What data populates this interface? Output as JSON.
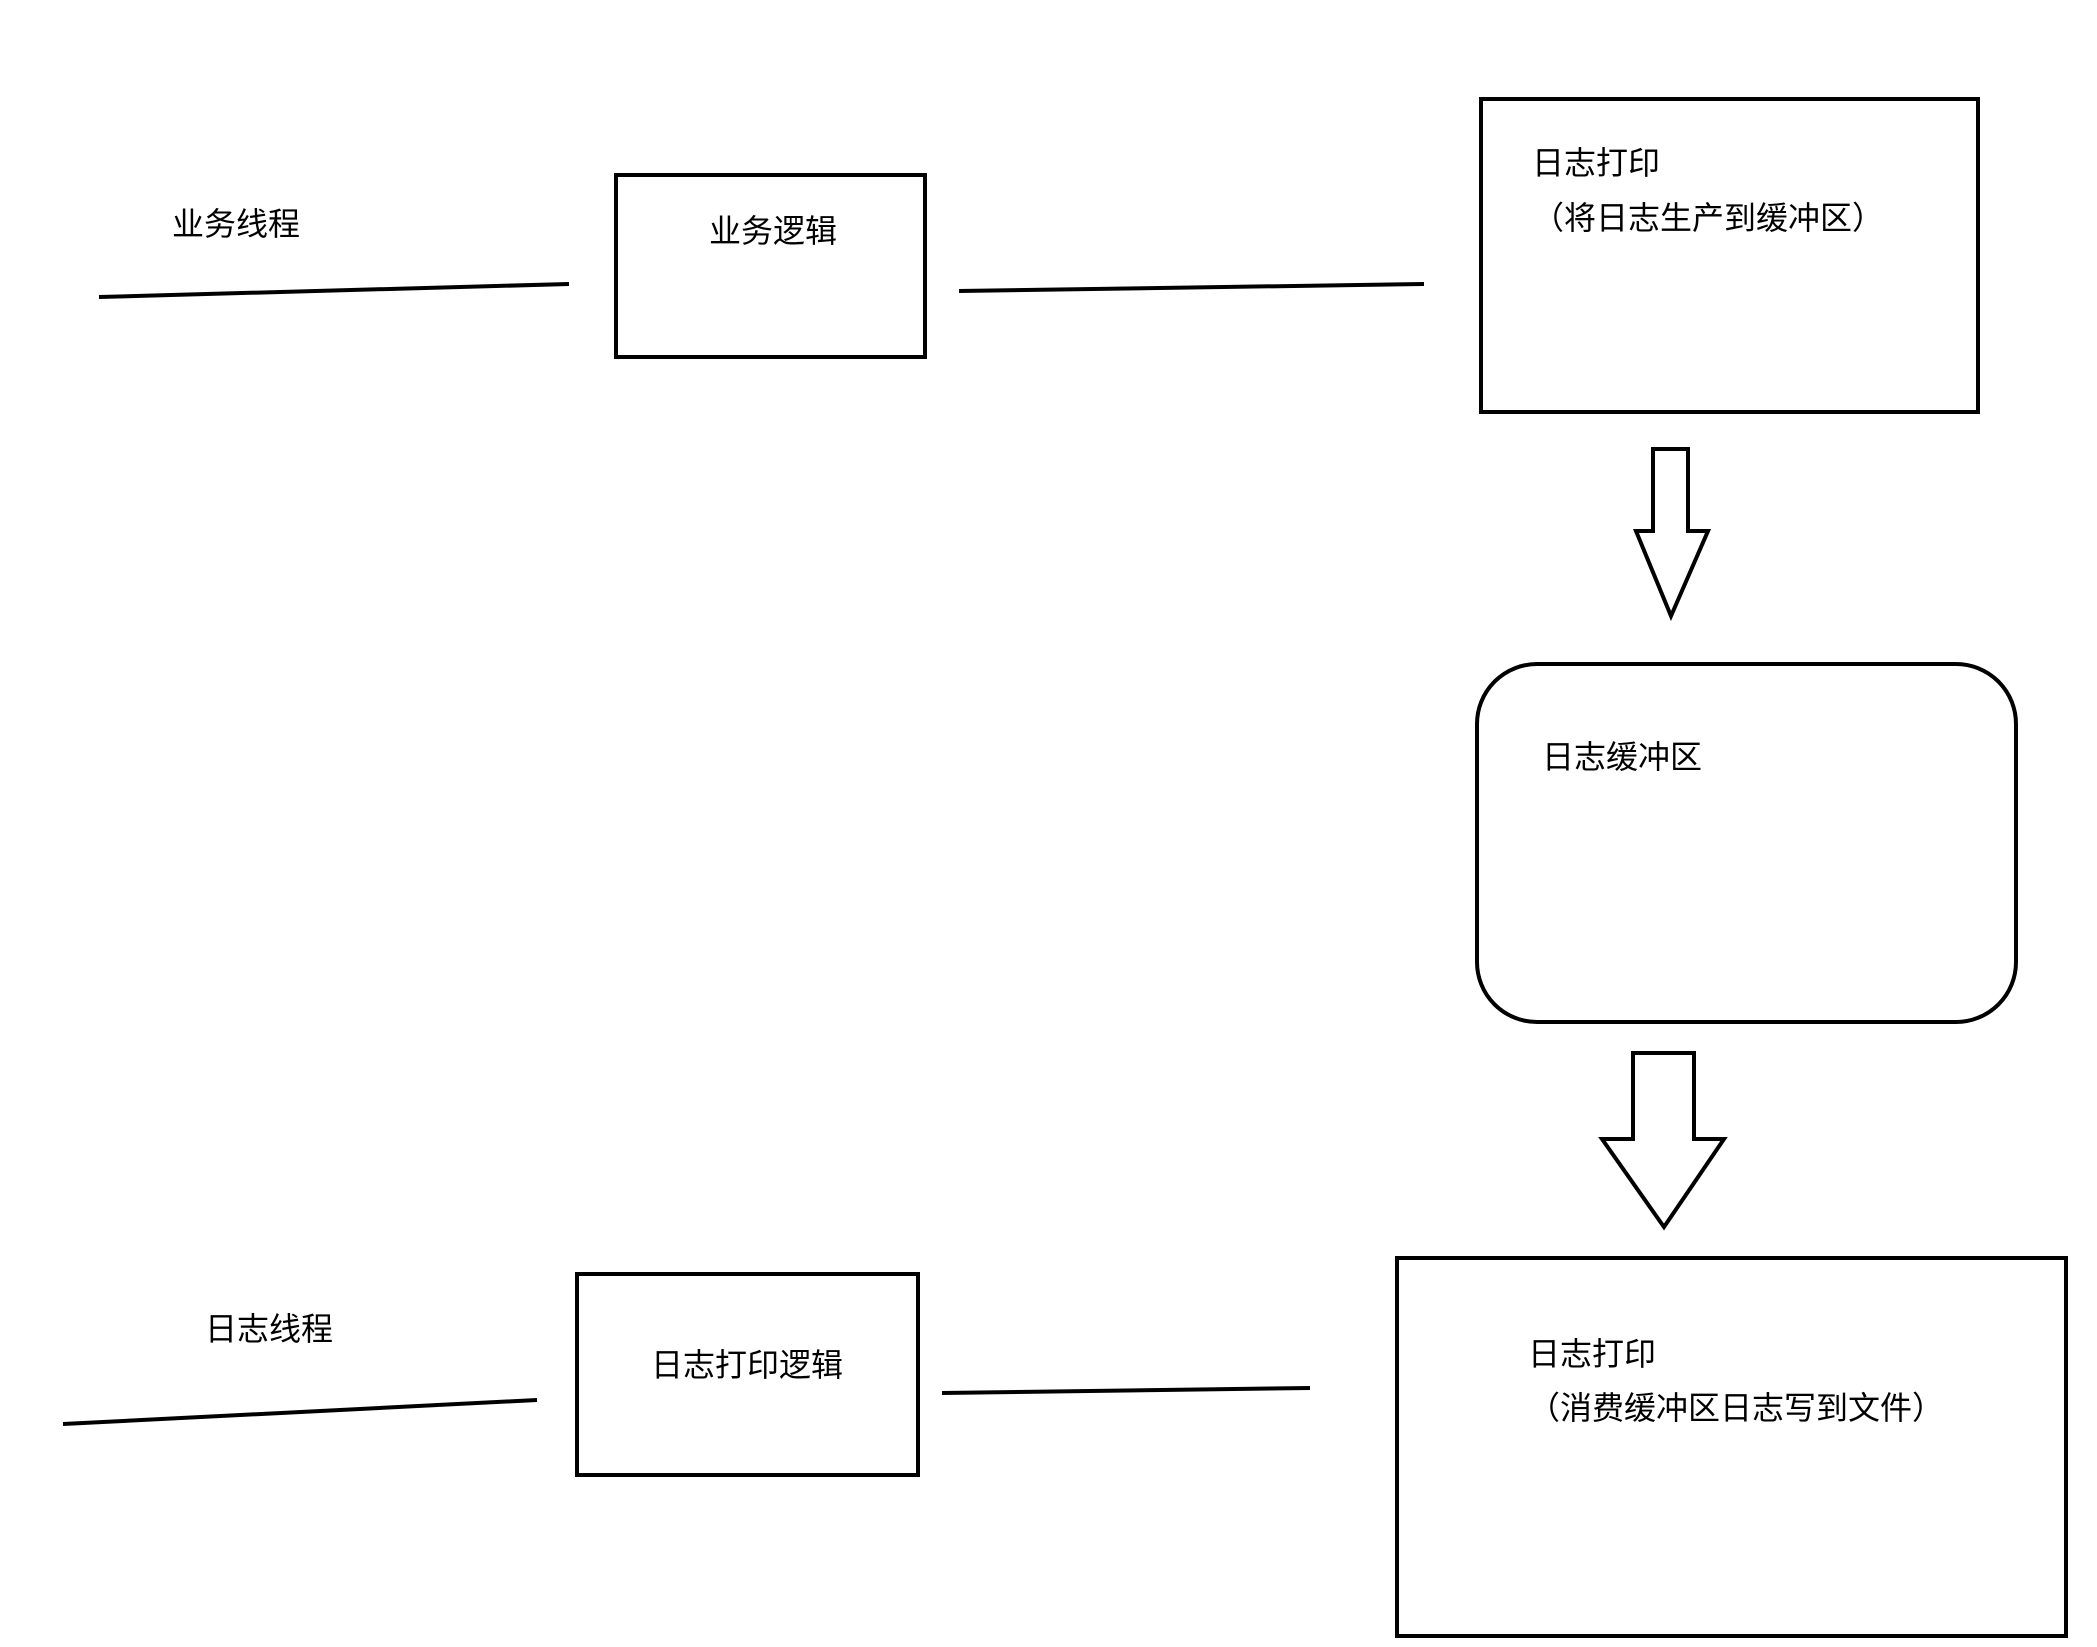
{
  "business_thread": {
    "label": "业务线程",
    "logic_box": "业务逻辑",
    "print_title": "日志打印",
    "print_detail": "（将日志生产到缓冲区）"
  },
  "buffer": {
    "label": "日志缓冲区"
  },
  "log_thread": {
    "label": "日志线程",
    "logic_box": "日志打印逻辑",
    "print_title": "日志打印",
    "print_detail": "（消费缓冲区日志写到文件）"
  },
  "colors": {
    "stroke": "#000000",
    "background": "#ffffff"
  }
}
